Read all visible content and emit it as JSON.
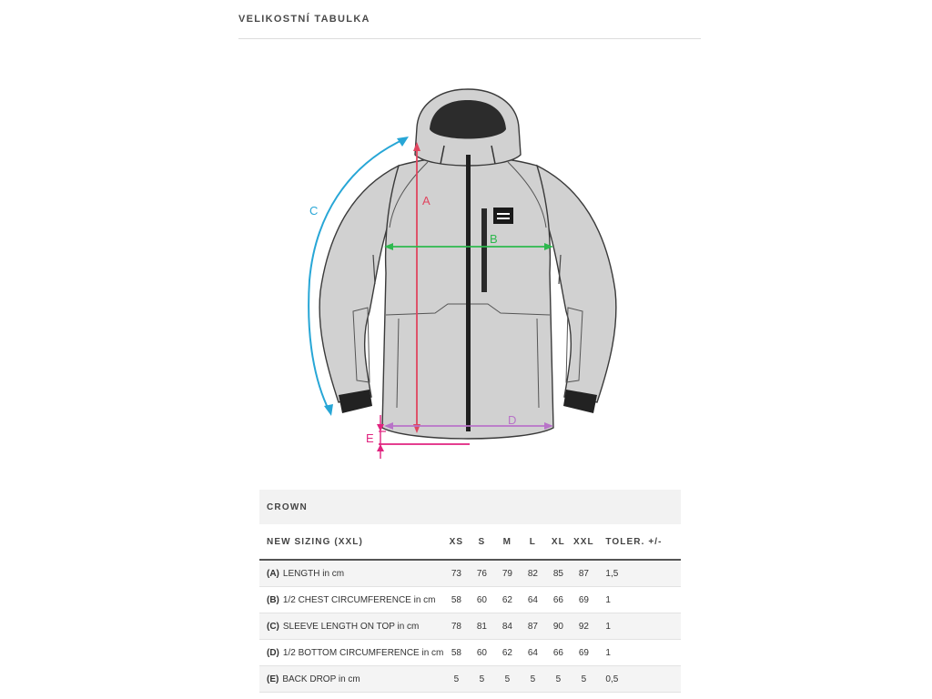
{
  "page_title": "VELIKOSTNÍ TABULKA",
  "diagram": {
    "labels": {
      "a": "A",
      "b": "B",
      "c": "C",
      "d": "D",
      "e": "E"
    },
    "colors": {
      "a": "#e0455f",
      "b": "#2eb84e",
      "c": "#27a6d6",
      "d": "#b873c8",
      "e": "#e0237f",
      "jacket": "#d1d1d1",
      "outline": "#3a3a3a"
    }
  },
  "table": {
    "caption": "CROWN",
    "header": {
      "label": "NEW SIZING (XXL)",
      "sizes": [
        "XS",
        "S",
        "M",
        "L",
        "XL",
        "XXL"
      ],
      "tolerance": "TOLER. +/-"
    },
    "rows": [
      {
        "code": "(A)",
        "label": "LENGTH in cm",
        "values": [
          "73",
          "76",
          "79",
          "82",
          "85",
          "87"
        ],
        "tol": "1,5"
      },
      {
        "code": "(B)",
        "label": "1/2 CHEST CIRCUMFERENCE in cm",
        "values": [
          "58",
          "60",
          "62",
          "64",
          "66",
          "69"
        ],
        "tol": "1"
      },
      {
        "code": "(C)",
        "label": "SLEEVE LENGTH ON TOP in cm",
        "values": [
          "78",
          "81",
          "84",
          "87",
          "90",
          "92"
        ],
        "tol": "1"
      },
      {
        "code": "(D)",
        "label": "1/2 BOTTOM CIRCUMFERENCE in cm",
        "values": [
          "58",
          "60",
          "62",
          "64",
          "66",
          "69"
        ],
        "tol": "1"
      },
      {
        "code": "(E)",
        "label": "BACK DROP in cm",
        "values": [
          "5",
          "5",
          "5",
          "5",
          "5",
          "5"
        ],
        "tol": "0,5"
      }
    ]
  }
}
